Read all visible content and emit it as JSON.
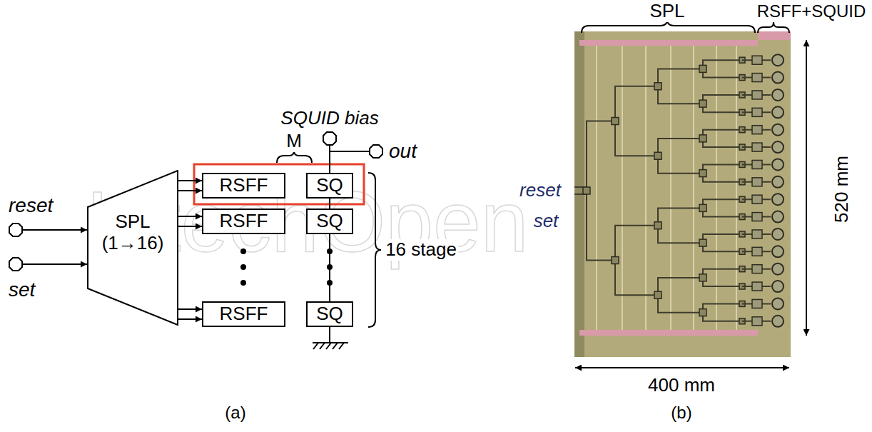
{
  "diagram": {
    "nodes": [
      {
        "text": [
          "SQUID bias"
        ]
      },
      {
        "text": [
          "out"
        ]
      },
      {
        "text": [
          "reset"
        ]
      },
      {
        "text": [
          "set"
        ]
      },
      {
        "text": [
          "SPL (1→16)"
        ]
      },
      {
        "text": [
          "RSFF"
        ]
      },
      {
        "text": [
          "SQ"
        ]
      },
      {
        "text": [
          "RSFF"
        ]
      },
      {
        "text": [
          "SQ"
        ]
      },
      {
        "text": [
          "RSFF"
        ]
      },
      {
        "text": [
          "SQ"
        ]
      }
    ],
    "edges": [
      {
        "from": 2,
        "to": 4,
        "arrow": "to"
      },
      {
        "from": 3,
        "to": 4,
        "arrow": "to"
      },
      {
        "from": 4,
        "to": 5,
        "arrow": "to"
      },
      {
        "from": 4,
        "to": 5,
        "arrow": "to"
      },
      {
        "from": 4,
        "to": 7,
        "arrow": "to"
      },
      {
        "from": 4,
        "to": 7,
        "arrow": "to"
      },
      {
        "from": 4,
        "to": 9,
        "arrow": "to"
      },
      {
        "from": 4,
        "to": 9,
        "arrow": "to"
      },
      {
        "from": 0,
        "to": 6,
        "arrow": "none"
      },
      {
        "from": 6,
        "to": 1,
        "arrow": "none"
      },
      {
        "from": 6,
        "to": 8,
        "arrow": "none"
      },
      {
        "from": 8,
        "to": 10,
        "arrow": "none"
      }
    ],
    "labels": [
      "IntechOpen",
      "M",
      "16 stage",
      "(a)",
      "SPL",
      "RSFF+SQUID",
      "reset",
      "set",
      "520 mm",
      "400 mm",
      "(b)"
    ]
  }
}
